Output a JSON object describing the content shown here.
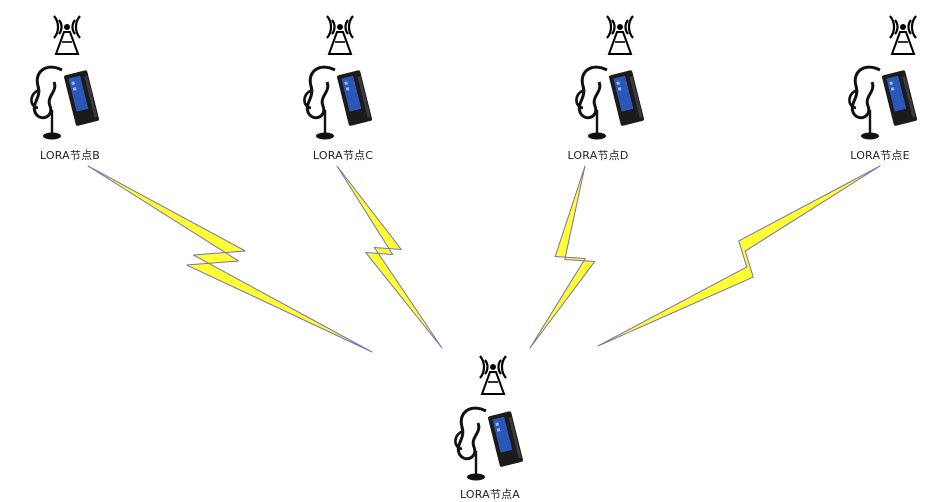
{
  "nodes": [
    {
      "id": "B",
      "label": "LORA节点B"
    },
    {
      "id": "C",
      "label": "LORA节点C"
    },
    {
      "id": "D",
      "label": "LORA节点D"
    },
    {
      "id": "E",
      "label": "LORA节点E"
    },
    {
      "id": "A",
      "label": "LORA节点A"
    }
  ],
  "colors": {
    "bolt_fill": "#ffff33",
    "bolt_edge": "#7d6fb0",
    "device_body": "#1b1b1b",
    "device_panel": "#2a57b8",
    "tower": "#000000"
  }
}
